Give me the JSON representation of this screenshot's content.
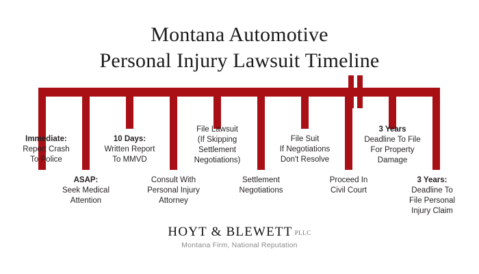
{
  "title": {
    "line1": "Montana Automotive",
    "line2": "Personal Injury Lawsuit Timeline"
  },
  "theme": {
    "accent": "#a81016",
    "text": "#231f20",
    "title_color": "#1a1a1a",
    "background": "#ffffff",
    "muted": "#8a8a8a"
  },
  "timeline": {
    "break_marker": "timeline-break",
    "milestones": [
      {
        "id": "report-crash",
        "side": "above",
        "lead": "Immediate:",
        "lines": [
          "Report Crash",
          "To Police"
        ]
      },
      {
        "id": "seek-medical-attention",
        "side": "below",
        "lead": "ASAP:",
        "lines": [
          "Seek Medical",
          "Attention"
        ]
      },
      {
        "id": "written-report-mmvd",
        "side": "above",
        "lead": "10 Days:",
        "lines": [
          "Written Report",
          "To MMVD"
        ]
      },
      {
        "id": "consult-attorney",
        "side": "below",
        "lead": "",
        "lines": [
          "Consult With",
          "Personal Injury",
          "Attorney"
        ]
      },
      {
        "id": "file-lawsuit",
        "side": "above",
        "lead": "",
        "lines": [
          "File Lawsuit",
          "(If Skipping",
          "Settlement",
          "Negotiations)"
        ]
      },
      {
        "id": "settlement-negotiations",
        "side": "below",
        "lead": "",
        "lines": [
          "Settlement",
          "Negotiations"
        ]
      },
      {
        "id": "file-suit",
        "side": "above",
        "lead": "",
        "lines": [
          "File Suit",
          "If Negotiations",
          "Don't Resolve"
        ]
      },
      {
        "id": "proceed-civil-court",
        "side": "below",
        "lead": "",
        "lines": [
          "Proceed In",
          "Civil Court"
        ]
      },
      {
        "id": "property-damage-deadline",
        "side": "above",
        "lead": "3 Years",
        "lines": [
          "Deadline To File",
          "For Property",
          "Damage"
        ]
      },
      {
        "id": "personal-injury-claim-deadline",
        "side": "below",
        "lead": "3 Years:",
        "lines": [
          "Deadline To",
          "File Personal",
          "Injury Claim"
        ]
      }
    ]
  },
  "logo": {
    "name": "HOYT & BLEWETT",
    "suffix": "PLLC",
    "tagline": "Montana Firm, National Reputation"
  }
}
